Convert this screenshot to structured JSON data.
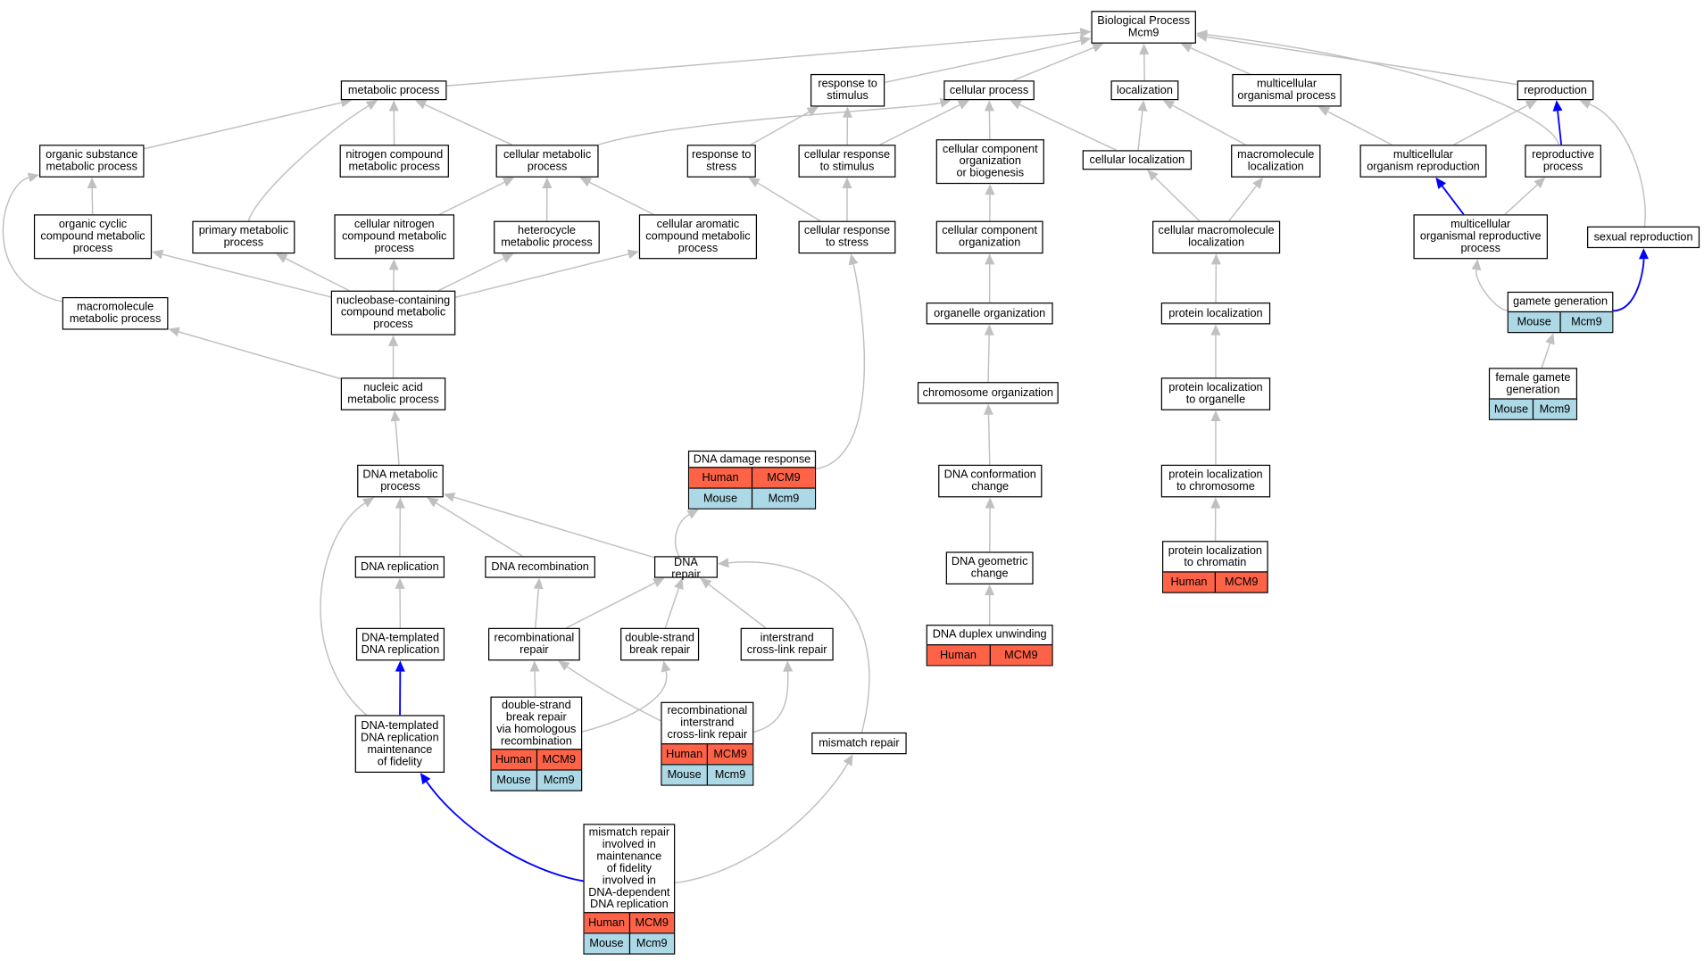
{
  "colors": {
    "edge_default": "#c0c0c0",
    "edge_highlight": "#0000ff",
    "human_row": "#fe6348",
    "mouse_row": "#add8e6"
  },
  "nodes": {
    "bp": {
      "label": "Biological Process\nMcm9"
    },
    "metabolic": {
      "label": "metabolic process"
    },
    "resp_stim": {
      "label": "response to\nstimulus"
    },
    "cellular": {
      "label": "cellular process"
    },
    "localization": {
      "label": "localization"
    },
    "multi_org": {
      "label": "multicellular\norganismal process"
    },
    "reproduction": {
      "label": "reproduction"
    },
    "org_subst": {
      "label": "organic substance\nmetabolic process"
    },
    "nitrogen": {
      "label": "nitrogen compound\nmetabolic process"
    },
    "cell_metab": {
      "label": "cellular metabolic\nprocess"
    },
    "resp_stress": {
      "label": "response to\nstress"
    },
    "cell_resp_stim": {
      "label": "cellular response\nto stimulus"
    },
    "ccob": {
      "label": "cellular component\norganization\nor biogenesis"
    },
    "cell_loc": {
      "label": "cellular localization"
    },
    "macro_loc": {
      "label": "macromolecule\nlocalization"
    },
    "multi_org_repro": {
      "label": "multicellular\norganism reproduction"
    },
    "repro_proc": {
      "label": "reproductive\nprocess"
    },
    "org_cyclic": {
      "label": "organic cyclic\ncompound metabolic\nprocess"
    },
    "primary": {
      "label": "primary metabolic\nprocess"
    },
    "cell_nitrogen": {
      "label": "cellular nitrogen\ncompound metabolic\nprocess"
    },
    "heterocycle": {
      "label": "heterocycle\nmetabolic process"
    },
    "cell_aromatic": {
      "label": "cellular aromatic\ncompound metabolic\nprocess"
    },
    "cell_resp_stress": {
      "label": "cellular response\nto stress"
    },
    "cco": {
      "label": "cellular component\norganization"
    },
    "cell_macro_loc": {
      "label": "cellular macromolecule\nlocalization"
    },
    "mo_repro_proc": {
      "label": "multicellular\norganismal reproductive\nprocess"
    },
    "sexual": {
      "label": "sexual reproduction"
    },
    "macro_metab": {
      "label": "macromolecule\nmetabolic process"
    },
    "nucleobase": {
      "label": "nucleobase-containing\ncompound metabolic\nprocess"
    },
    "gamete": {
      "label": "gamete generation",
      "rows": [
        [
          "Mouse",
          "Mcm9"
        ]
      ]
    },
    "organelle_org": {
      "label": "organelle organization"
    },
    "prot_loc": {
      "label": "protein localization"
    },
    "nucleic": {
      "label": "nucleic acid\nmetabolic process"
    },
    "chrom_org": {
      "label": "chromosome organization"
    },
    "prot_loc_organelle": {
      "label": "protein localization\nto organelle"
    },
    "female_gamete": {
      "label": "female gamete\ngeneration",
      "rows": [
        [
          "Mouse",
          "Mcm9"
        ]
      ]
    },
    "dna_damage": {
      "label": "DNA damage response",
      "rows": [
        [
          "Human",
          "MCM9"
        ],
        [
          "Mouse",
          "Mcm9"
        ]
      ]
    },
    "dna_metab": {
      "label": "DNA metabolic\nprocess"
    },
    "dna_conf": {
      "label": "DNA conformation\nchange"
    },
    "prot_loc_chrom": {
      "label": "protein localization\nto chromosome"
    },
    "prot_loc_chromatin": {
      "label": "protein localization\nto chromatin",
      "rows": [
        [
          "Human",
          "MCM9"
        ]
      ]
    },
    "dna_rep": {
      "label": "DNA replication"
    },
    "dna_recomb": {
      "label": "DNA recombination"
    },
    "dna_repair": {
      "label": "DNA repair"
    },
    "dna_geom": {
      "label": "DNA geometric\nchange"
    },
    "dna_templ": {
      "label": "DNA-templated\nDNA replication"
    },
    "recomb_repair": {
      "label": "recombinational\nrepair"
    },
    "dsb_repair": {
      "label": "double-strand\nbreak repair"
    },
    "icl_repair": {
      "label": "interstrand\ncross-link repair"
    },
    "dna_unwind": {
      "label": "DNA duplex unwinding",
      "rows": [
        [
          "Human",
          "MCM9"
        ]
      ]
    },
    "dna_templ_fid": {
      "label": "DNA-templated\nDNA replication\nmaintenance\nof fidelity"
    },
    "dsb_hr": {
      "label": "double-strand\nbreak repair\nvia homologous\nrecombination",
      "rows": [
        [
          "Human",
          "MCM9"
        ],
        [
          "Mouse",
          "Mcm9"
        ]
      ]
    },
    "recomb_icl": {
      "label": "recombinational\ninterstrand\ncross-link repair",
      "rows": [
        [
          "Human",
          "MCM9"
        ],
        [
          "Mouse",
          "Mcm9"
        ]
      ]
    },
    "mismatch": {
      "label": "mismatch repair"
    },
    "mmr_fid": {
      "label": "mismatch repair\ninvolved in\nmaintenance\nof fidelity\ninvolved in\nDNA-dependent\nDNA replication",
      "rows": [
        [
          "Human",
          "MCM9"
        ],
        [
          "Mouse",
          "Mcm9"
        ]
      ]
    }
  }
}
